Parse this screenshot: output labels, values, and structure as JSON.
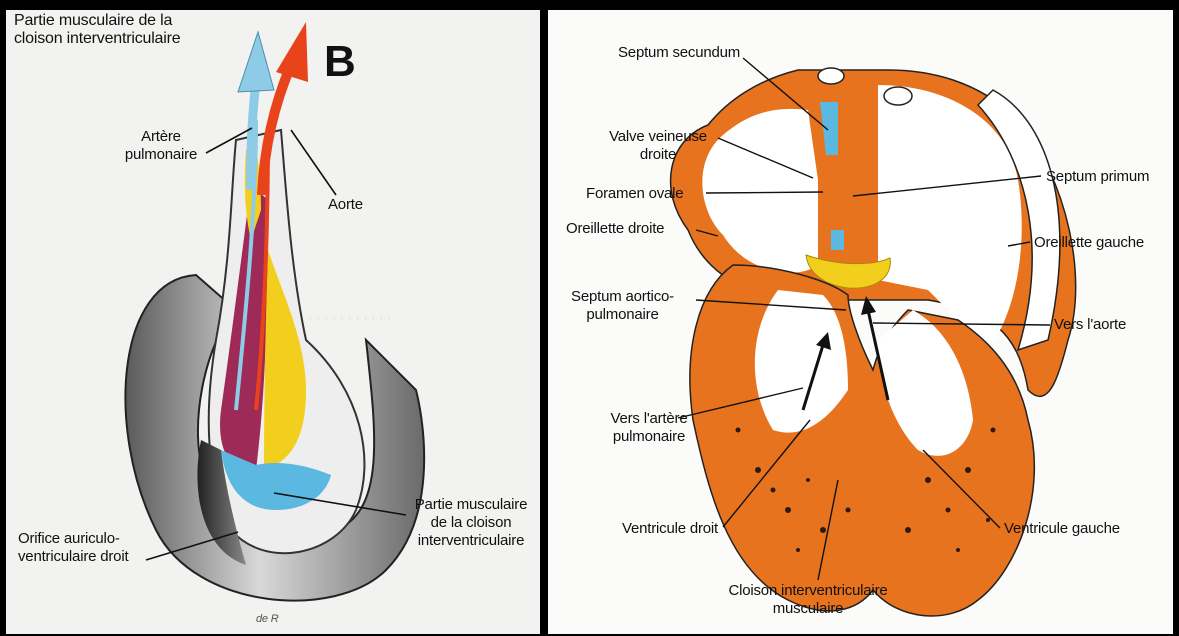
{
  "left_panel": {
    "panel_letter": "B",
    "labels": {
      "muscular_top": "Partie musculaire de la\ncloison interventriculaire",
      "pulmonary_artery": "Artère\npulmonaire",
      "aorta": "Aorte",
      "muscular_bottom": "Partie musculaire\nde la cloison\ninterventriculaire",
      "av_orifice": "Orifice auriculo-\nventriculaire droit"
    },
    "signature": "de R"
  },
  "right_panel": {
    "labels": {
      "septum_secundum": "Septum secundum",
      "valve_veineuse": "Valve veineuse\ndroite",
      "foramen_ovale": "Foramen ovale",
      "oreillette_droite": "Oreillette droite",
      "septum_aortico": "Septum aortico-\npulmonaire",
      "vers_artere": "Vers l'artère\npulmonaire",
      "ventricule_droit": "Ventricule droit",
      "cloison": "Cloison interventriculaire\nmusculaire",
      "septum_primum": "Septum primum",
      "oreillette_gauche": "Oreillette gauche",
      "vers_aorte": "Vers l'aorte",
      "ventricule_gauche": "Ventricule gauche"
    }
  },
  "colors": {
    "orange": "#e8731f",
    "blue": "#5bb8e0",
    "yellow": "#f2cf1c",
    "maroon": "#9e2a57",
    "red_arrow": "#e8431a",
    "blue_arrow": "#8ecbe6"
  }
}
